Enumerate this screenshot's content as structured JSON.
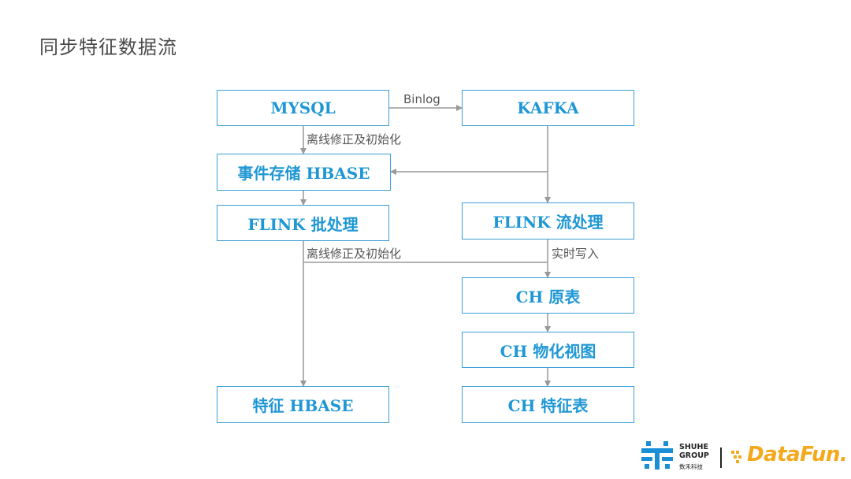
{
  "title": "同步特征数据流",
  "nodes": {
    "mysql": "MYSQL",
    "kafka": "KAFKA",
    "event_store_hbase": "事件存储 HBASE",
    "flink_batch": "FLINK 批处理",
    "flink_stream": "FLINK 流处理",
    "ch_raw_table": "CH 原表",
    "ch_materialized_view": "CH 物化视图",
    "feature_hbase": "特征 HBASE",
    "ch_feature_table": "CH 特征表"
  },
  "edge_labels": {
    "binlog": "Binlog",
    "offline_fix_1": "离线修正及初始化",
    "offline_fix_2": "离线修正及初始化",
    "realtime_write": "实时写入"
  },
  "logos": {
    "shuhe_line1": "SHUHE",
    "shuhe_line2": "GROUP",
    "shuhe_cn": "数禾科技",
    "datafun": "DataFun."
  },
  "colors": {
    "accent": "#1f97d4",
    "box_border": "#3a9fd6",
    "connector": "#999999",
    "datafun": "#f4a81c",
    "shuhe_blue": "#1a8fd6"
  }
}
